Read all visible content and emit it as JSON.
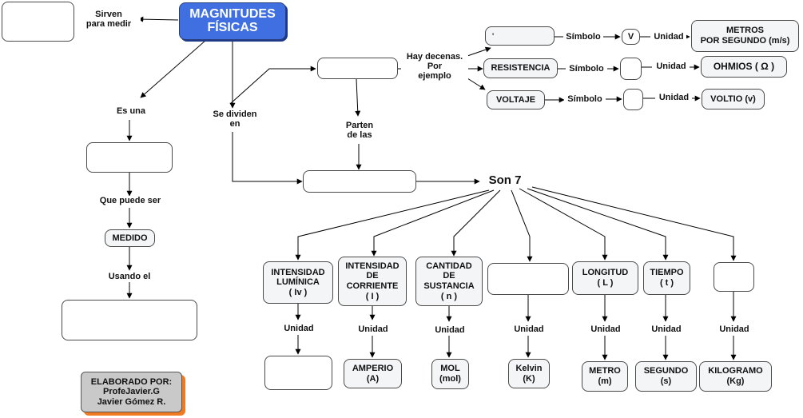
{
  "diagram": {
    "main_title": "MAGNITUDES\nFÍSICAS",
    "labels": {
      "sirven": "Sirven\npara medir",
      "es_una": "Es una",
      "se_dividen": "Se dividen\nen",
      "parten": "Parten\nde las",
      "hay_decenas": "Hay decenas.\nPor\nejemplo",
      "que_puede_ser": "Que puede ser",
      "usando_el": "Usando el",
      "son7": "Son 7",
      "simbolo": "Símbolo",
      "unidad": "Unidad"
    },
    "derived": [
      {
        "name": "'",
        "symbol": "V",
        "unit": "METROS\nPOR SEGUNDO (m/s)"
      },
      {
        "name": "RESISTENCIA",
        "symbol": "",
        "unit": "OHMIOS ( Ω )"
      },
      {
        "name": "VOLTAJE",
        "symbol": "",
        "unit": "VOLTIO (v)"
      }
    ],
    "measured": "MEDIDO",
    "fundamentals": [
      {
        "name": "INTENSIDAD\nLUMÍNICA\n( Iv )",
        "unit": ""
      },
      {
        "name": "INTENSIDAD\nDE\nCORRIENTE\n( I )",
        "unit": "AMPERIO\n(A)"
      },
      {
        "name": "CANTIDAD\nDE\nSUSTANCIA\n( n )",
        "unit": "MOL\n(mol)"
      },
      {
        "name": "",
        "unit": "Kelvin\n(K)"
      },
      {
        "name": "LONGITUD\n( L )",
        "unit": "METRO\n(m)"
      },
      {
        "name": "TIEMPO\n( t )",
        "unit": "SEGUNDO\n(s)"
      },
      {
        "name": "",
        "unit": "KILOGRAMO\n(Kg)"
      }
    ],
    "credit": "ELABORADO POR:\nProfeJavier.G\nJavier Gómez R."
  }
}
